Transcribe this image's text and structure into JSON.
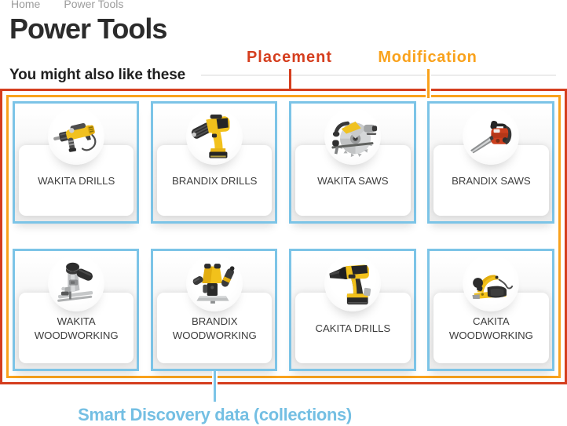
{
  "colors": {
    "placement_red": "#d53e1e",
    "modification_orange": "#f9a21c",
    "collection_blue": "#7cc4e7",
    "collection_text_blue": "#74bfe3"
  },
  "breadcrumb": {
    "items": [
      {
        "label": "Home"
      },
      {
        "label": "Power Tools"
      }
    ]
  },
  "page_title": "Power Tools",
  "section_title": "You might also like these",
  "annotations": {
    "placement": "Placement",
    "modification": "Modification",
    "collections": "Smart Discovery data (collections)"
  },
  "products": [
    {
      "name": "WAKITA DRILLS",
      "icon": "hammer-drill"
    },
    {
      "name": "BRANDIX DRILLS",
      "icon": "cordless-drill"
    },
    {
      "name": "WAKITA SAWS",
      "icon": "circular-saw"
    },
    {
      "name": "BRANDIX SAWS",
      "icon": "chainsaw"
    },
    {
      "name": "WAKITA WOODWORKING",
      "icon": "jigsaw"
    },
    {
      "name": "BRANDIX WOODWORKING",
      "icon": "router"
    },
    {
      "name": "CAKITA DRILLS",
      "icon": "drill-driver"
    },
    {
      "name": "CAKITA WOODWORKING",
      "icon": "planer"
    }
  ]
}
